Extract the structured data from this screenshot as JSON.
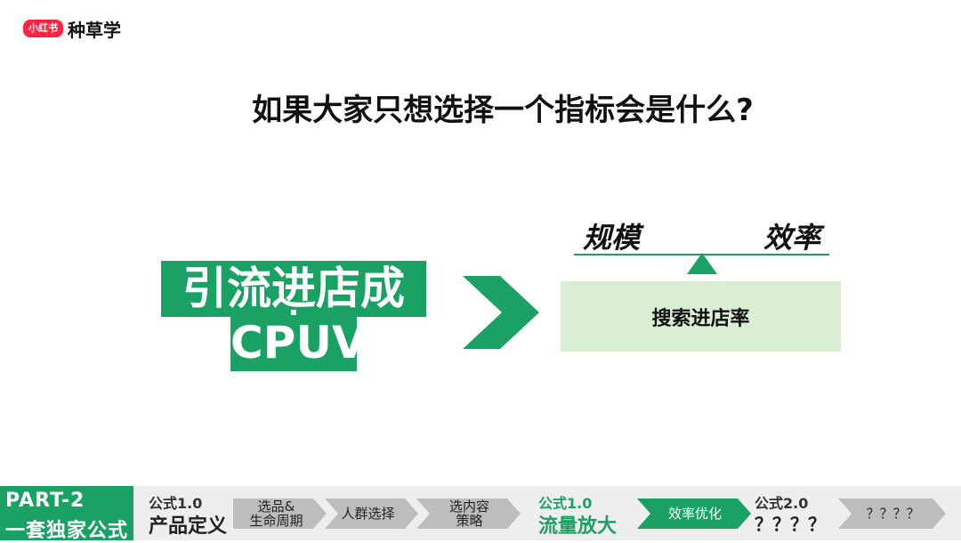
{
  "brand": {
    "logo_text": "小红书",
    "name": "种草学"
  },
  "slide": {
    "title": "如果大家只想选择一个指标会是什么?",
    "metric_name": "引流进店成本",
    "metric_abbr": "CPUV",
    "balance": {
      "left_label": "规模",
      "right_label": "效率"
    },
    "result_label": "搜索进店率"
  },
  "footer": {
    "part_label": "PART-2",
    "part_title": "一套独家公式",
    "formula1": {
      "version": "公式1.0",
      "name": "产品定义"
    },
    "formula1_steps": [
      "选品&\n生命周期",
      "人群选择",
      "选内容\n策略"
    ],
    "formula2": {
      "version": "公式1.0",
      "name": "流量放大"
    },
    "formula2_step": "效率优化",
    "formula3": {
      "version": "公式2.0",
      "name": "？？？？"
    },
    "formula3_step": "？？？？"
  },
  "colors": {
    "accent": "#1aa264",
    "light_green": "#d9eed3",
    "nav_gray": "#bdbdbd",
    "brand_red": "#ff2442"
  }
}
